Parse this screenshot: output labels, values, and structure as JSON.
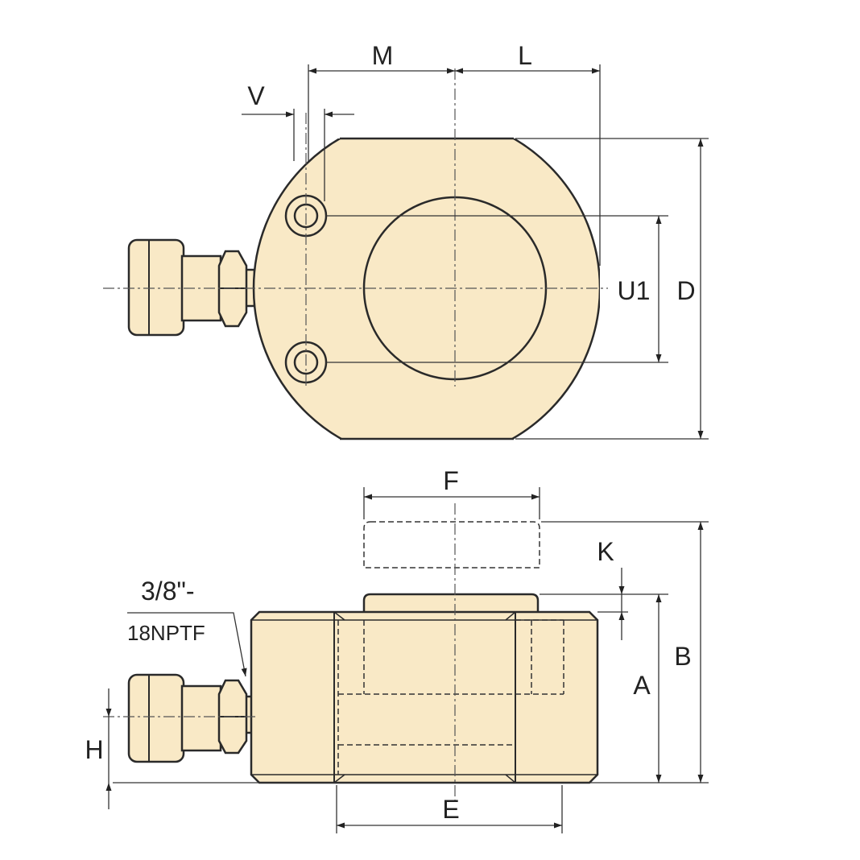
{
  "diagram": {
    "top_view": {
      "labels": {
        "m": "M",
        "l": "L",
        "v": "V",
        "u1": "U1",
        "d": "D"
      }
    },
    "side_view": {
      "labels": {
        "f": "F",
        "k": "K",
        "a": "A",
        "b": "B",
        "e": "E",
        "h": "H"
      },
      "port_note_line1": "3/8\"-",
      "port_note_line2": "18NPTF"
    },
    "colors": {
      "body_fill": "#f9e9c6",
      "outline": "#2a2a2a"
    }
  }
}
